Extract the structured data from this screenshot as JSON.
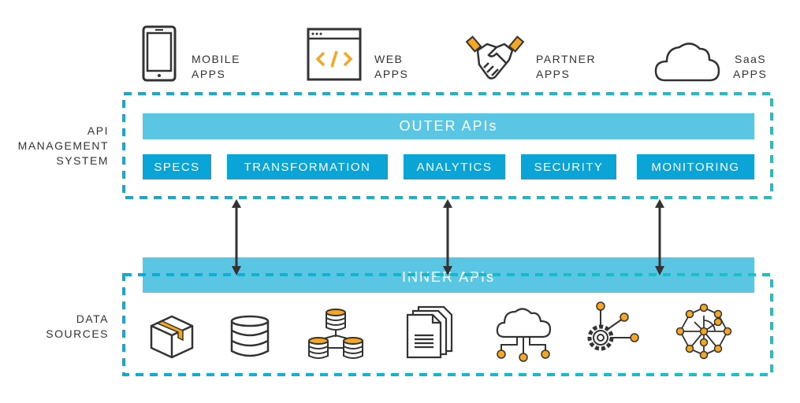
{
  "consumers": [
    {
      "label_line1": "MOBILE",
      "label_line2": "APPS",
      "icon": "mobile-phone-icon"
    },
    {
      "label_line1": "WEB",
      "label_line2": "APPS",
      "icon": "browser-code-icon"
    },
    {
      "label_line1": "PARTNER",
      "label_line2": "APPS",
      "icon": "handshake-icon"
    },
    {
      "label_line1": "SaaS",
      "label_line2": "APPS",
      "icon": "cloud-icon"
    }
  ],
  "api_management": {
    "label_line1": "API",
    "label_line2": "MANAGEMENT",
    "label_line3": "SYSTEM",
    "outer_bar": "OUTER APIs",
    "modules": [
      "SPECS",
      "TRANSFORMATION",
      "ANALYTICS",
      "SECURITY",
      "MONITORING"
    ]
  },
  "data_sources": {
    "label_line1": "DATA",
    "label_line2": "SOURCES",
    "inner_bar": "INNER APIs",
    "icons": [
      "package-icon",
      "database-icon",
      "distributed-database-icon",
      "documents-icon",
      "cloud-network-icon",
      "gear-network-icon",
      "network-graph-icon"
    ]
  },
  "colors": {
    "bar_light": "#5BC6E4",
    "button": "#0BA4D6",
    "dash": "#19B5CF",
    "accent": "#F5A623",
    "stroke": "#333333"
  }
}
